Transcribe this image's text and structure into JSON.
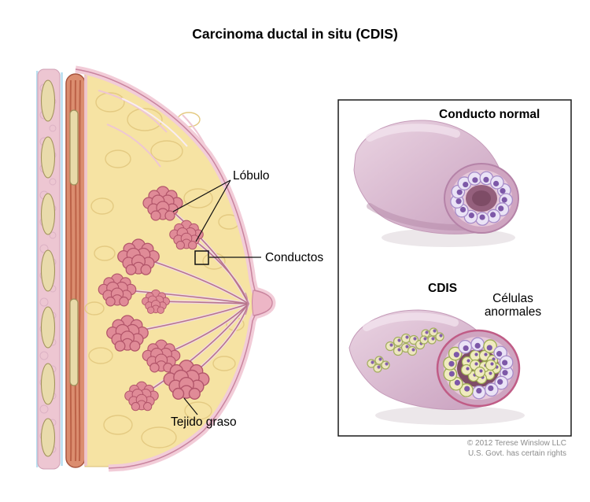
{
  "title": "Carcinoma ductal in situ (CDIS)",
  "anatomy_labels": {
    "lobule": "Lóbulo",
    "ducts": "Conductos",
    "fatty_tissue": "Tejido graso"
  },
  "inset": {
    "normal_duct_label": "Conducto normal",
    "cdis_label": "CDIS",
    "abnormal_cells_label": "Células anormales"
  },
  "credit": {
    "line1": "© 2012 Terese Winslow LLC",
    "line2": "U.S. Govt. has certain rights"
  },
  "palette": {
    "fat_yellow": "#f6e3a3",
    "fat_texture": "#e4ca82",
    "skin_pink": "#f2ccd8",
    "skin_line": "#c9849e",
    "lobule_pink": "#e08b97",
    "lobule_outline": "#b2556a",
    "muscle_red": "#db8d6f",
    "duct_mauve": "#cfa6c2",
    "lumen_dark": "#7e4c66",
    "normal_cell": "#eae3f6",
    "normal_cell_outline": "#a78cc9",
    "abnormal_cell": "#f0ebbe",
    "abnormal_cell_outline": "#9dac52",
    "nucleus_purple": "#7d58a8",
    "credit_gray": "#8c8c8c"
  }
}
